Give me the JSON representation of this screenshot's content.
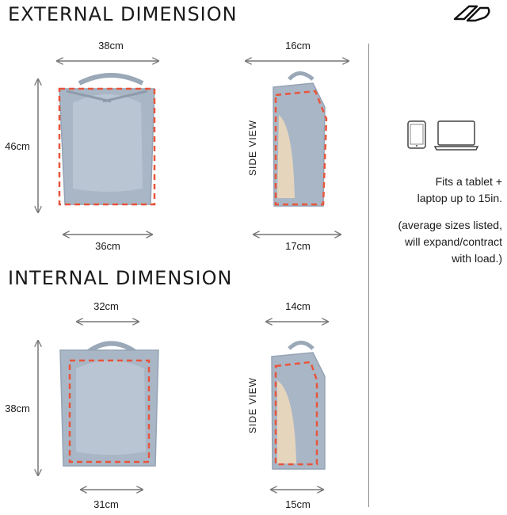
{
  "titles": {
    "external": "EXTERNAL DIMENSION",
    "internal": "INTERNAL DIMENSION"
  },
  "external": {
    "front": {
      "width_top": "38cm",
      "height": "46cm",
      "width_bottom": "36cm"
    },
    "side": {
      "depth_top": "16cm",
      "depth_bottom": "17cm",
      "label": "SIDE VIEW"
    }
  },
  "internal": {
    "front": {
      "width_top": "32cm",
      "height": "38cm",
      "width_bottom": "31cm"
    },
    "side": {
      "depth_top": "14cm",
      "depth_bottom": "15cm",
      "label": "SIDE VIEW"
    }
  },
  "notes": {
    "fit_line1": "Fits a tablet +",
    "fit_line2": "laptop up to 15in.",
    "avg_line1": "(average sizes listed,",
    "avg_line2": "will expand/contract",
    "avg_line3": "with load.)"
  },
  "colors": {
    "bag": "#a9b6c6",
    "bag_dark": "#8e9bab",
    "dash": "#e8553c",
    "interior": "#e6d5bd",
    "arrow": "#777777"
  },
  "icons": {
    "logo": "brand-logo-icon",
    "tablet": "tablet-icon",
    "laptop": "laptop-icon"
  }
}
